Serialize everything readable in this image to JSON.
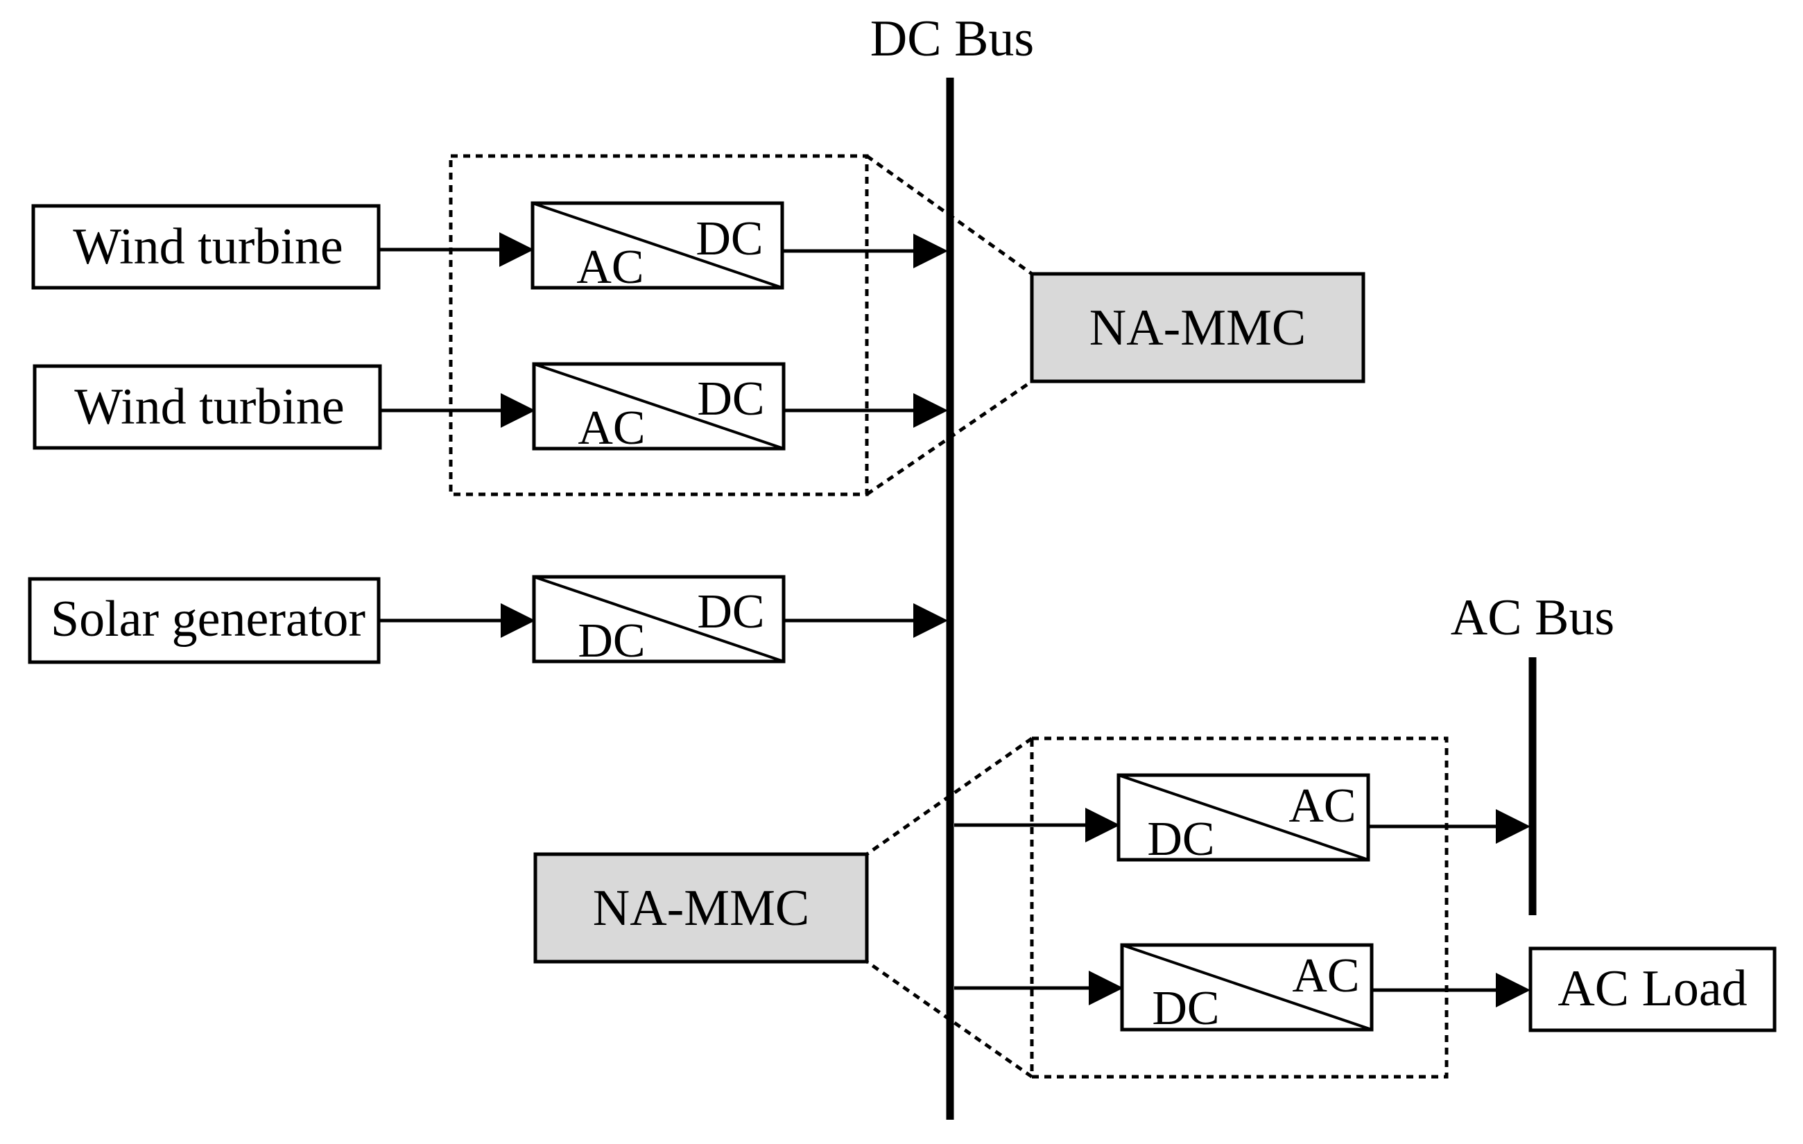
{
  "dc_bus": {
    "label": "DC Bus"
  },
  "ac_bus": {
    "label": "AC Bus"
  },
  "sources": [
    {
      "label": "Wind turbine"
    },
    {
      "label": "Wind turbine"
    },
    {
      "label": "Solar generator"
    }
  ],
  "input_converters": [
    {
      "in": "AC",
      "out": "DC"
    },
    {
      "in": "AC",
      "out": "DC"
    },
    {
      "in": "DC",
      "out": "DC"
    }
  ],
  "output_converters": [
    {
      "in": "DC",
      "out": "AC"
    },
    {
      "in": "DC",
      "out": "AC"
    }
  ],
  "mmc_top": {
    "label": "NA-MMC"
  },
  "mmc_bottom": {
    "label": "NA-MMC"
  },
  "ac_load": {
    "label": "AC Load"
  },
  "colors": {
    "mmc_fill": "#d9d9d9",
    "line": "#000000",
    "background": "#ffffff"
  }
}
